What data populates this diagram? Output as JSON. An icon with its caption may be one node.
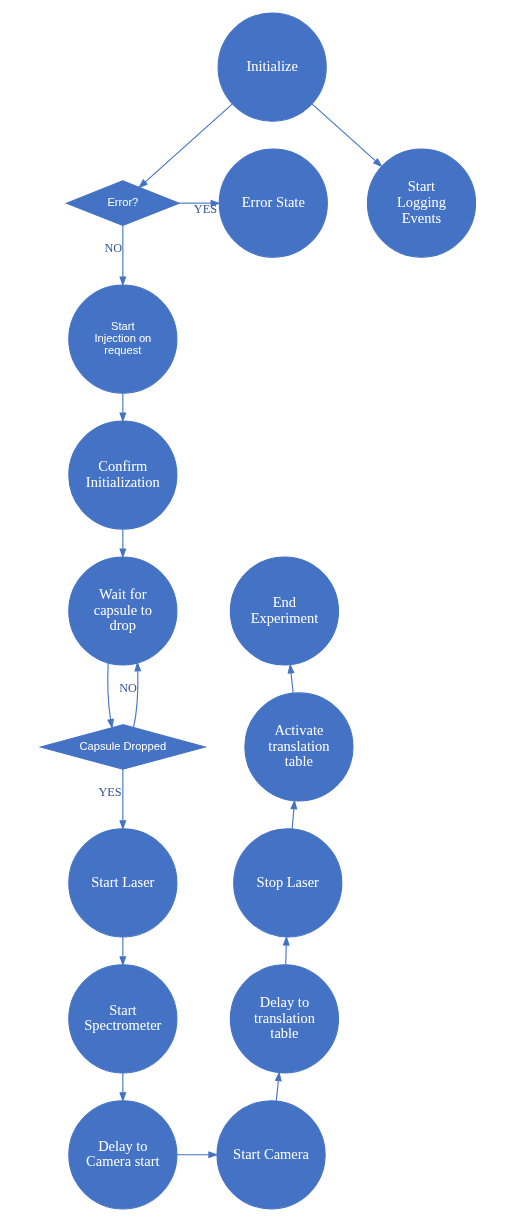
{
  "diagram": {
    "nodes": [
      {
        "text": [
          "Initialize"
        ]
      },
      {
        "text": [
          "Error?"
        ]
      },
      {
        "text": [
          "Error State"
        ]
      },
      {
        "text": [
          "Start Logging Events"
        ]
      },
      {
        "text": [
          "Start Injection on request"
        ]
      },
      {
        "text": [
          "Confirm Initialization"
        ]
      },
      {
        "text": [
          "Wait for capsule to drop"
        ]
      },
      {
        "text": [
          "Capsule Dropped"
        ]
      },
      {
        "text": [
          "Start Laser"
        ]
      },
      {
        "text": [
          "Start Spectrometer"
        ]
      },
      {
        "text": [
          "Delay to Camera start"
        ]
      },
      {
        "text": [
          "Start Camera"
        ]
      },
      {
        "text": [
          "Delay to translation table"
        ]
      },
      {
        "text": [
          "Stop Laser"
        ]
      },
      {
        "text": [
          "Activate translation table"
        ]
      },
      {
        "text": [
          "End Experiment"
        ]
      }
    ],
    "edges": [
      {
        "from": 0,
        "to": 3,
        "arrow": "to"
      },
      {
        "from": 0,
        "to": 1,
        "arrow": "to"
      },
      {
        "from": 1,
        "to": 2,
        "arrow": "to",
        "label": "YES"
      },
      {
        "from": 1,
        "to": 4,
        "arrow": "to",
        "label": "NO"
      },
      {
        "from": 4,
        "to": 5,
        "arrow": "to"
      },
      {
        "from": 5,
        "to": 6,
        "arrow": "to"
      },
      {
        "from": 6,
        "to": 7,
        "arrow": "to"
      },
      {
        "from": 7,
        "to": 6,
        "arrow": "to",
        "label": "NO"
      },
      {
        "from": 7,
        "to": 8,
        "arrow": "to",
        "label": "YES"
      },
      {
        "from": 8,
        "to": 9,
        "arrow": "to"
      },
      {
        "from": 9,
        "to": 10,
        "arrow": "to"
      },
      {
        "from": 10,
        "to": 11,
        "arrow": "to"
      },
      {
        "from": 11,
        "to": 12,
        "arrow": "to"
      },
      {
        "from": 12,
        "to": 13,
        "arrow": "to"
      },
      {
        "from": 13,
        "to": 14,
        "arrow": "to"
      },
      {
        "from": 14,
        "to": 15,
        "arrow": "to"
      }
    ]
  }
}
